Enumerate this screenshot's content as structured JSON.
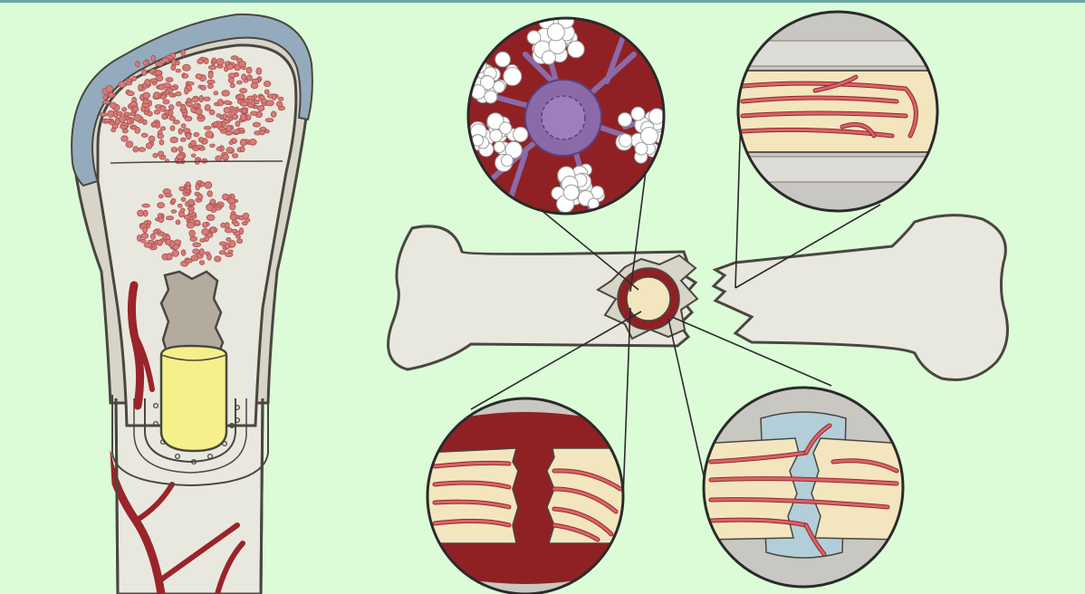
{
  "diagram": {
    "panels": [
      {
        "id": "long-bone-section",
        "texts": []
      },
      {
        "id": "fractured-bone",
        "texts": []
      },
      {
        "id": "inset-cells",
        "texts": []
      },
      {
        "id": "inset-vessels-fracture-gap",
        "texts": []
      },
      {
        "id": "inset-hematoma",
        "texts": []
      },
      {
        "id": "inset-callus-vessels",
        "texts": []
      }
    ]
  },
  "colors": {
    "background": "#dcfcd8",
    "top_line": "#6aa7a5",
    "outline": "#4a4640",
    "bone": "#e9e8df",
    "cortex": "#d7d4c8",
    "cartilage": "#93abbd",
    "trabecula": "#d77b78",
    "marrow": "#b4ab9f",
    "yellow_marrow": "#f6f08a",
    "blood_dark": "#8f2124",
    "vessel": "#d5656a",
    "vessel_dark": "#9a2429",
    "callus": "#f3e6bf",
    "cell_purple": "#8b6aa8",
    "cell_purple_dark": "#5d3f7e",
    "gap_blue": "#b2cfd9",
    "inset_gray": "#c9c7c2"
  }
}
